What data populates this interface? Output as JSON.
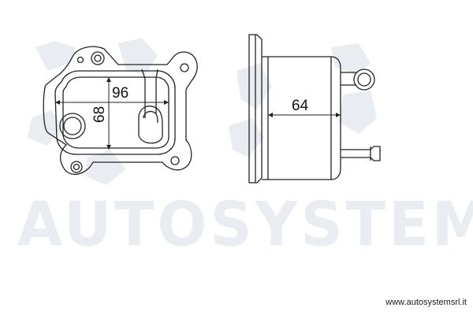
{
  "watermark": {
    "brand_text": "AUTOSYSTEM",
    "url_text": "www.autosystemsrl.it"
  },
  "front_view": {
    "dimension_width": "96",
    "dimension_height": "68"
  },
  "side_view": {
    "dimension_depth": "64"
  },
  "colors": {
    "line": "#222222",
    "watermark": "#e9ecf0"
  }
}
